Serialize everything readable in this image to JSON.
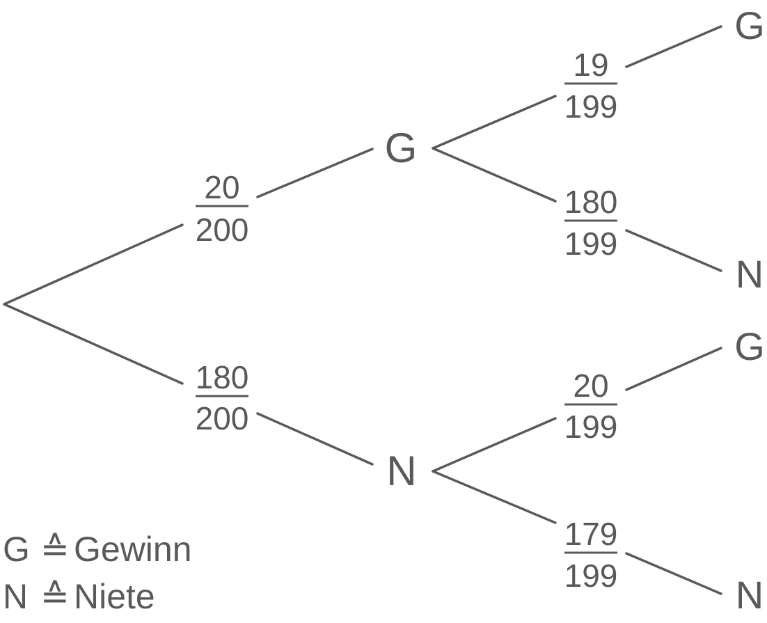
{
  "nodes": {
    "n1_G": "G",
    "n1_N": "N",
    "l_GG": "G",
    "l_GN": "N",
    "l_NG": "G",
    "l_NN": "N"
  },
  "branches": {
    "root_G": {
      "num": "20",
      "den": "200"
    },
    "root_N": {
      "num": "180",
      "den": "200"
    },
    "G_G": {
      "num": "19",
      "den": "199"
    },
    "G_N": {
      "num": "180",
      "den": "199"
    },
    "N_G": {
      "num": "20",
      "den": "199"
    },
    "N_N": {
      "num": "179",
      "den": "199"
    }
  },
  "legend": [
    {
      "symbol": "G",
      "relation": "≙",
      "meaning": "Gewinn"
    },
    {
      "symbol": "N",
      "relation": "≙",
      "meaning": "Niete"
    }
  ]
}
